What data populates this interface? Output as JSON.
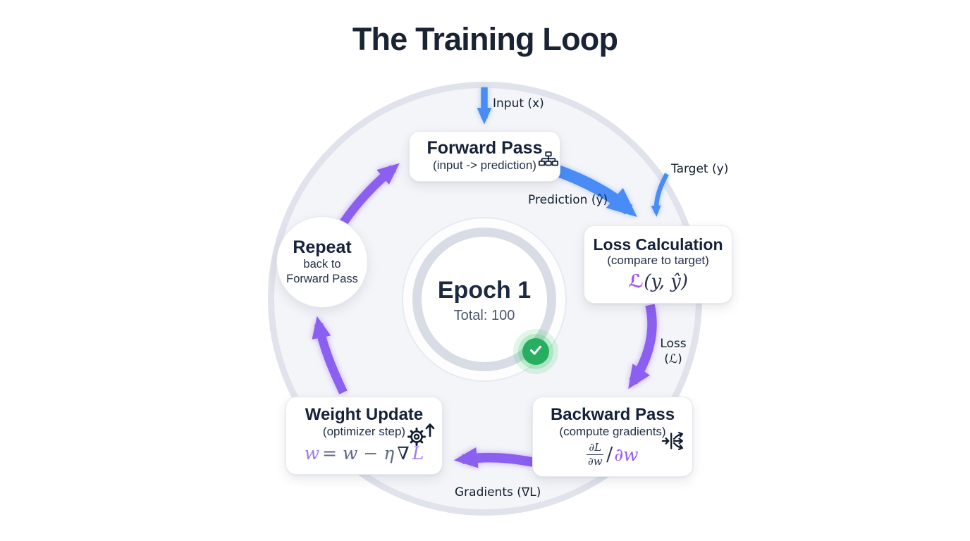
{
  "title": "The Training Loop",
  "center": {
    "epoch": "Epoch 1",
    "total": "Total: 100",
    "status_icon": "check-icon",
    "status_color": "#27ae5e"
  },
  "nodes": {
    "forward": {
      "title": "Forward Pass",
      "subtitle": "(input -> prediction)",
      "icon": "sitemap-icon"
    },
    "loss": {
      "title": "Loss Calculation",
      "subtitle": "(compare to target)",
      "formula": {
        "script_l": "ℒ",
        "args": "(y, ŷ)"
      }
    },
    "backward": {
      "title": "Backward Pass",
      "subtitle": "(compute gradients)",
      "icon": "split-arrows-icon",
      "formula": {
        "frac_top": "∂L",
        "frac_bottom": "∂w",
        "slash": "/",
        "denom": "∂w"
      }
    },
    "update": {
      "title": "Weight Update",
      "subtitle": "(optimizer step)",
      "icon": "gear-up-icon",
      "formula": {
        "w": "w",
        "mid": "= w − η",
        "nabla": "∇",
        "l": "L"
      }
    },
    "repeat": {
      "title": "Repeat",
      "sub_line1": "back to",
      "sub_line2": "Forward Pass"
    }
  },
  "flow_labels": {
    "input": "Input (x)",
    "target": "Target (y)",
    "prediction": "Prediction (ŷ)",
    "loss_line1": "Loss",
    "loss_line2": "(ℒ)",
    "gradients": "Gradients (∇L)"
  },
  "colors": {
    "blue_arrow": "#4a8cf6",
    "purple_arrow": "#8b5ef0",
    "green_check": "#27ae5e",
    "formula_purple": "#9a5cf5",
    "ring_gray": "#d8dce5",
    "loop_fill": "#f4f5f9"
  }
}
